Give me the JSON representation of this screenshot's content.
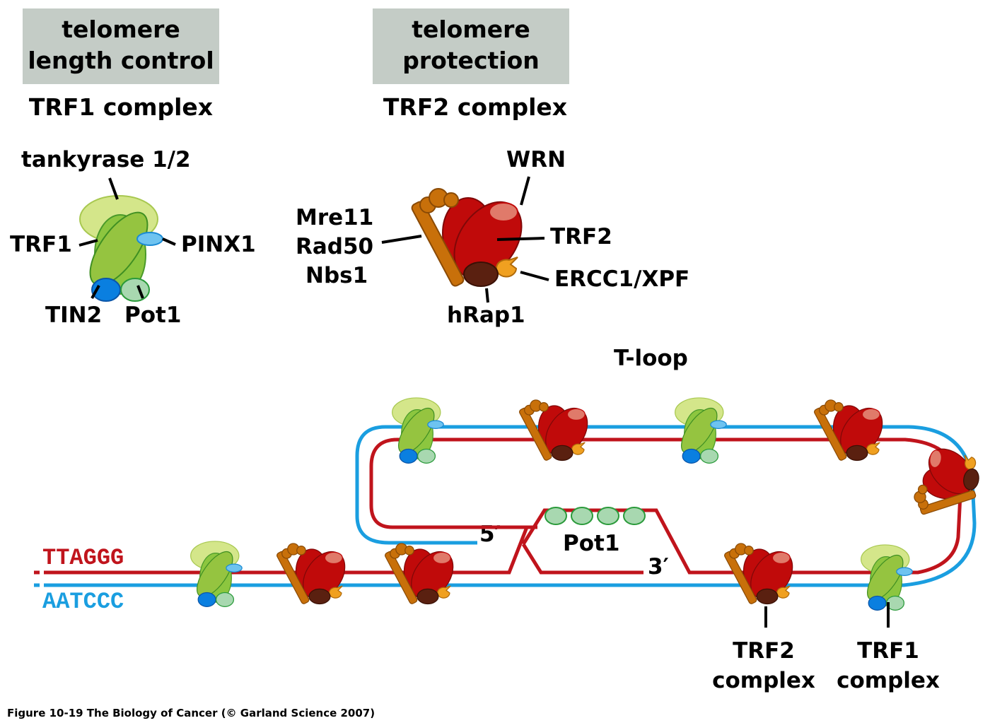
{
  "headers": [
    {
      "box_line1": "telomere",
      "box_line2": "length control",
      "subtitle": "TRF1 complex"
    },
    {
      "box_line1": "telomere",
      "box_line2": "protection",
      "subtitle": "TRF2 complex"
    }
  ],
  "trf1_complex_labels": {
    "tankyrase": "tankyrase 1/2",
    "trf1": "TRF1",
    "pinx1": "PINX1",
    "tin2": "TIN2",
    "pot1": "Pot1"
  },
  "trf2_complex_labels": {
    "mre11": "Mre11",
    "rad50": "Rad50",
    "nbs1": "Nbs1",
    "wrn": "WRN",
    "trf2": "TRF2",
    "ercc1_xpf": "ERCC1/XPF",
    "hrap1": "hRap1"
  },
  "tloop": {
    "title": "T-loop",
    "five_prime": "5′",
    "three_prime": "3′",
    "pot1": "Pot1",
    "seq_top": "TTAGGG",
    "seq_bottom": "AATCCC",
    "callout_trf2_line1": "TRF2",
    "callout_trf2_line2": "complex",
    "callout_trf1_line1": "TRF1",
    "callout_trf1_line2": "complex"
  },
  "colors": {
    "strand_g": "#c0141c",
    "strand_c": "#1a9ee0",
    "trf1_green": "#8cc63f",
    "tankyrase": "#d4e68a",
    "pinx1": "#6ec3f0",
    "tin2": "#0a7fe0",
    "pot1": "#a8d8b0",
    "trf2_red": "#c00a0a",
    "wrn": "#e07a6a",
    "mrn_orange": "#c8700a",
    "ercc1": "#f0a020",
    "hrap1": "#5a2010"
  },
  "caption": "Figure 10-19  The Biology of Cancer (© Garland Science 2007)"
}
